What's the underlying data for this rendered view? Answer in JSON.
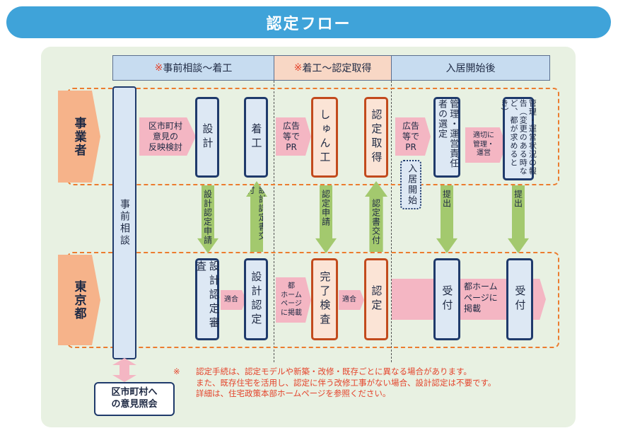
{
  "title": "認定フロー",
  "phases": [
    {
      "mark": "※",
      "label": "事前相談〜着工"
    },
    {
      "mark": "※",
      "label": "着工〜認定取得"
    },
    {
      "mark": "",
      "label": "入居開始後"
    }
  ],
  "actors": {
    "business": "事業者",
    "tokyo": "東京都"
  },
  "consult": "事前相談",
  "top_row": {
    "reflect_arrow": "区市町村\n意見の\n反映検討",
    "design": "設計",
    "start": "着工",
    "ad1": "広告\n等で\nPR",
    "construction": "しゅん工",
    "acquire": "認定取得",
    "ad2": "広告\n等で\nPR",
    "move_in": "入居開始",
    "manager": "管理・運営責任者の選定",
    "proper_arrow": "適切に\n管理・\n運営",
    "report": "管理・運営状況の報告（変更のある時など、都が求めるとき）"
  },
  "vertical_arrows": {
    "design_apply": "設計認定申請",
    "design_issue": "設計認定書交付",
    "apply": "認定申請",
    "issue": "認定書交付",
    "submit1": "提出",
    "submit2": "提出"
  },
  "bottom_row": {
    "design_review": "設計認定審査",
    "fit1": "適合",
    "design_cert": "設計認定",
    "hp_arrow": "都\nホーム\nページ\nに掲載",
    "inspection": "完了検査",
    "fit2": "適合",
    "cert": "認定",
    "receive1": "受付",
    "hp_arrow2": "都ホーム\nページに\n掲載",
    "receive2": "受付"
  },
  "inquiry": "区市町村へ\nの意見照会",
  "note": {
    "mark": "※",
    "lines": [
      "認定手続は、認定モデルや新築・改修・既存ごとに異なる場合があります。",
      "また、既存住宅を活用し、認定に伴う改修工事がない場合、設計認定は不要です。",
      "詳細は、住宅政策本部ホームページを参照ください。"
    ]
  },
  "colors": {
    "title_bg": "#3fa3d9",
    "panel_bg": "#e8f1e2",
    "band": "#ec7c2f",
    "navy": "#1f3a6b",
    "orange_box": "#c24a1d",
    "pink_arrow": "#f4b6c3",
    "green_arrow": "#a3c96e",
    "note_red": "#e4432b"
  }
}
